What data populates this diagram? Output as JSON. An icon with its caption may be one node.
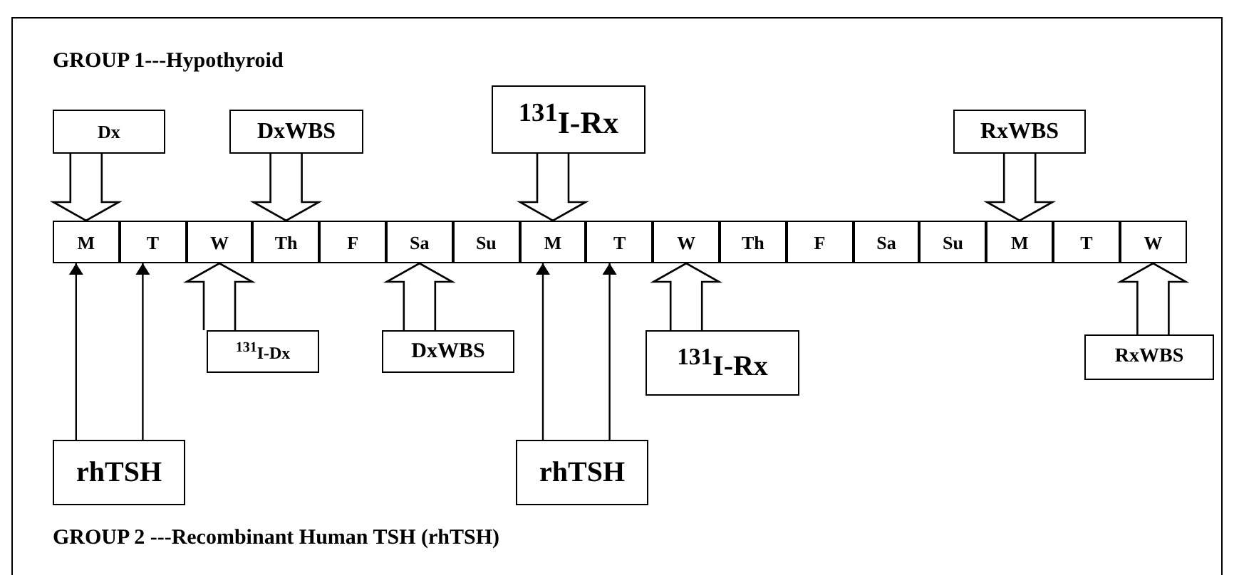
{
  "diagram": {
    "nodes": [
      {
        "text": [
          "Dx"
        ]
      },
      {
        "text": [
          "DxWBS"
        ]
      },
      {
        "text": [
          "$^{131}$I-Rx"
        ]
      },
      {
        "text": [
          "RxWBS"
        ]
      },
      {
        "text": [
          "M"
        ]
      },
      {
        "text": [
          "T"
        ]
      },
      {
        "text": [
          "W"
        ]
      },
      {
        "text": [
          "Th"
        ]
      },
      {
        "text": [
          "F"
        ]
      },
      {
        "text": [
          "Sa"
        ]
      },
      {
        "text": [
          "Su"
        ]
      },
      {
        "text": [
          "M"
        ]
      },
      {
        "text": [
          "T"
        ]
      },
      {
        "text": [
          "W"
        ]
      },
      {
        "text": [
          "Th"
        ]
      },
      {
        "text": [
          "F"
        ]
      },
      {
        "text": [
          "Sa"
        ]
      },
      {
        "text": [
          "Su"
        ]
      },
      {
        "text": [
          "M"
        ]
      },
      {
        "text": [
          "T"
        ]
      },
      {
        "text": [
          "W"
        ]
      },
      {
        "text": [
          "$^{131}$I-Dx"
        ]
      },
      {
        "text": [
          "DxWBS"
        ]
      },
      {
        "text": [
          "$^{131}$I-Rx"
        ]
      },
      {
        "text": [
          "RxWBS"
        ]
      },
      {
        "text": [
          "rhTSH"
        ]
      },
      {
        "text": [
          "rhTSH"
        ]
      }
    ],
    "edges": [
      {
        "from": 0,
        "to": 4,
        "arrow": "to",
        "style": "thick"
      },
      {
        "from": 1,
        "to": 7,
        "arrow": "to",
        "style": "thick"
      },
      {
        "from": 2,
        "to": 11,
        "arrow": "to",
        "style": "thick"
      },
      {
        "from": 3,
        "to": 18,
        "arrow": "to",
        "style": "thick"
      },
      {
        "from": 21,
        "to": 6,
        "arrow": "to",
        "style": "thick"
      },
      {
        "from": 22,
        "to": 9,
        "arrow": "to",
        "style": "thick"
      },
      {
        "from": 23,
        "to": 13,
        "arrow": "to",
        "style": "thick"
      },
      {
        "from": 24,
        "to": 20,
        "arrow": "to",
        "style": "thick"
      },
      {
        "from": 25,
        "to": 4,
        "arrow": "to"
      },
      {
        "from": 25,
        "to": 5,
        "arrow": "to"
      },
      {
        "from": 26,
        "to": 11,
        "arrow": "to"
      },
      {
        "from": 26,
        "to": 12,
        "arrow": "to"
      }
    ],
    "labels": [
      "GROUP 1---Hypothyroid",
      "GROUP 2 ---Recombinant Human TSH (rhTSH)"
    ]
  }
}
